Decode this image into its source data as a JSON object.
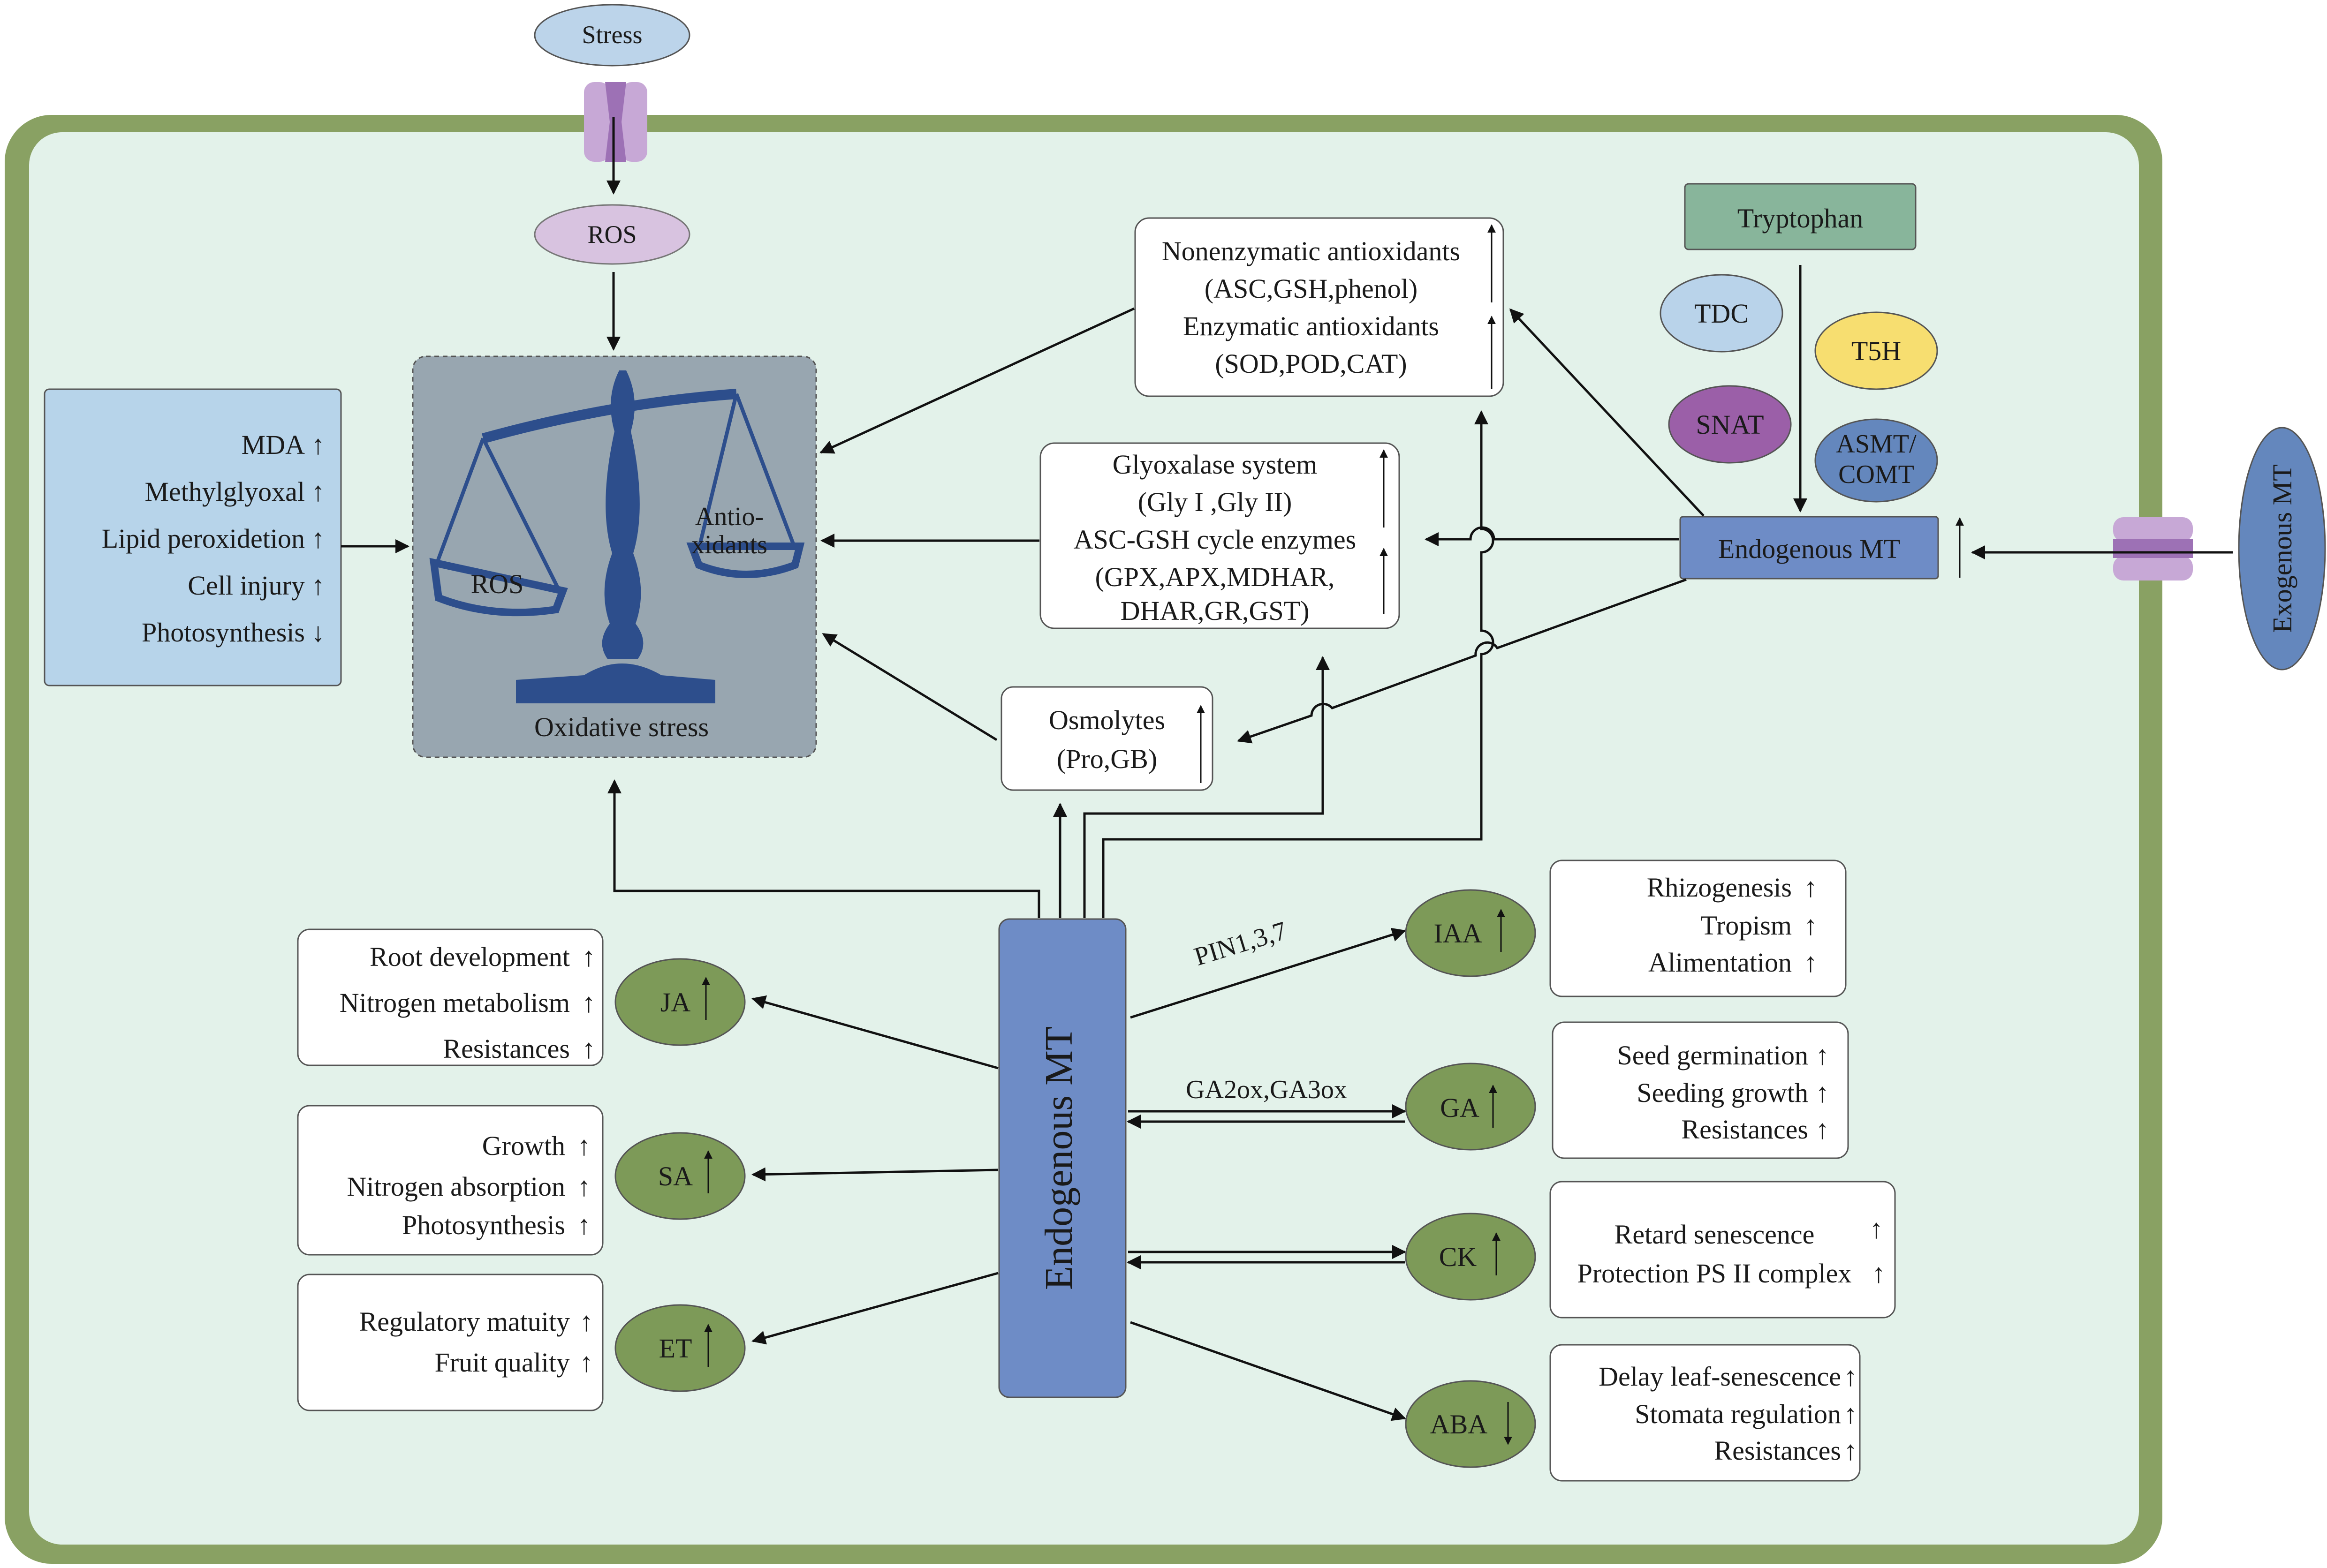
{
  "colors": {
    "cell_wall": "#89A163",
    "cytoplasm": "#E3F2EA",
    "stress_bubble": "#BCD4EA",
    "ros_bubble": "#D8C3E0",
    "channel": "#C7A8D6",
    "channel_dark": "#9D71B5",
    "left_box": "#B7D4EA",
    "oxidative_box": "#98A6B0",
    "scale": "#2D4E8C",
    "tryptophan": "#88B59B",
    "tdc": "#B9D3EA",
    "t5h": "#F7DE70",
    "snat": "#9B5FA8",
    "asmt": "#6487BD",
    "mt_box": "#6E8CC6",
    "hormone": "#7D9A58",
    "white_box": "#FFFFFF"
  },
  "top": {
    "stress": "Stress",
    "ros": "ROS"
  },
  "oxidative": {
    "ros_pan": "ROS",
    "antiox_pan_line1": "Antio-",
    "antiox_pan_line2": "xidants",
    "caption": "Oxidative stress"
  },
  "left_indicators": [
    {
      "label": "MDA",
      "arrow": "↑"
    },
    {
      "label": "Methylglyoxal",
      "arrow": "↑"
    },
    {
      "label": "Lipid peroxidetion",
      "arrow": "↑"
    },
    {
      "label": "Cell injury",
      "arrow": "↑"
    },
    {
      "label": "Photosynthesis",
      "arrow": "↓"
    }
  ],
  "antioxidants": {
    "line1": "Nonenzymatic antioxidants",
    "line2": "(ASC,GSH,phenol)",
    "line3": "Enzymatic antioxidants",
    "line4": "(SOD,POD,CAT)"
  },
  "glyoxalase": {
    "line1": "Glyoxalase system",
    "line2": "(Gly I ,Gly II)",
    "line3": "ASC-GSH cycle enzymes",
    "line4": "(GPX,APX,MDHAR,",
    "line5": "DHAR,GR,GST)"
  },
  "osmolytes": {
    "line1": "Osmolytes",
    "line2": "(Pro,GB)"
  },
  "synthesis": {
    "tryptophan": "Tryptophan",
    "tdc": "TDC",
    "t5h": "T5H",
    "snat": "SNAT",
    "asmt_line1": "ASMT/",
    "asmt_line2": "COMT",
    "endogenous_mt": "Endogenous MT",
    "exogenous_mt": "Exogenous MT"
  },
  "center_mt": "Endogenous MT",
  "hormones": {
    "ja": "JA",
    "sa": "SA",
    "et": "ET",
    "iaa": "IAA",
    "ga": "GA",
    "ck": "CK",
    "aba": "ABA"
  },
  "edge_labels": {
    "pin": "PIN1,3,7",
    "ga_ox": "GA2ox,GA3ox"
  },
  "ja_effects": [
    "Root development",
    "Nitrogen metabolism",
    "Resistances"
  ],
  "sa_effects": [
    "Growth",
    "Nitrogen absorption",
    "Photosynthesis"
  ],
  "et_effects": [
    "Regulatory matuity",
    "Fruit quality"
  ],
  "iaa_effects": [
    "Rhizogenesis",
    "Tropism",
    "Alimentation"
  ],
  "ga_effects": [
    "Seed germination",
    "Seeding growth",
    "Resistances"
  ],
  "ck_effects": [
    "Retard senescence",
    "Protection PS II complex"
  ],
  "aba_effects": [
    "Delay leaf-senescence",
    "Stomata regulation",
    "Resistances"
  ],
  "arrows": {
    "up": "↑",
    "down": "↓"
  }
}
